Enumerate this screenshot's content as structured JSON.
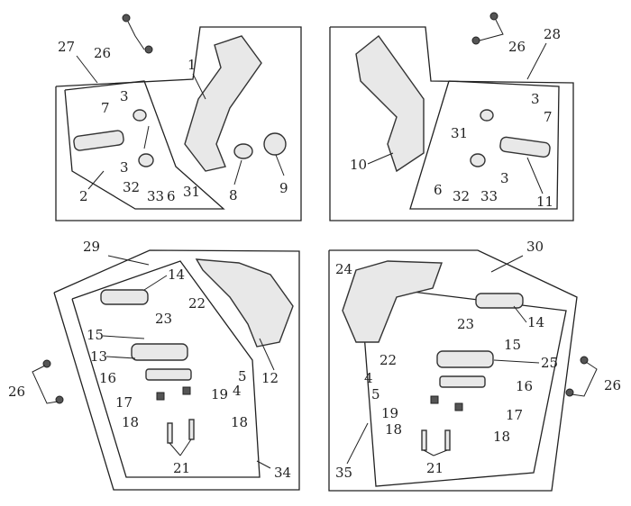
{
  "diagram": {
    "title": "Footrest assembly exploded view",
    "labels": {
      "tl": [
        "27",
        "26",
        "1",
        "3",
        "7",
        "3",
        "32",
        "33",
        "6",
        "31",
        "2",
        "8",
        "9"
      ],
      "tr": [
        "26",
        "28",
        "3",
        "7",
        "31",
        "10",
        "6",
        "32",
        "33",
        "3",
        "11"
      ],
      "bl": [
        "29",
        "14",
        "22",
        "23",
        "15",
        "13",
        "16",
        "5",
        "4",
        "19",
        "12",
        "17",
        "18",
        "18",
        "26",
        "21",
        "34"
      ],
      "br": [
        "30",
        "24",
        "23",
        "14",
        "15",
        "22",
        "25",
        "4",
        "5",
        "16",
        "19",
        "17",
        "18",
        "18",
        "26",
        "21",
        "35"
      ]
    }
  }
}
